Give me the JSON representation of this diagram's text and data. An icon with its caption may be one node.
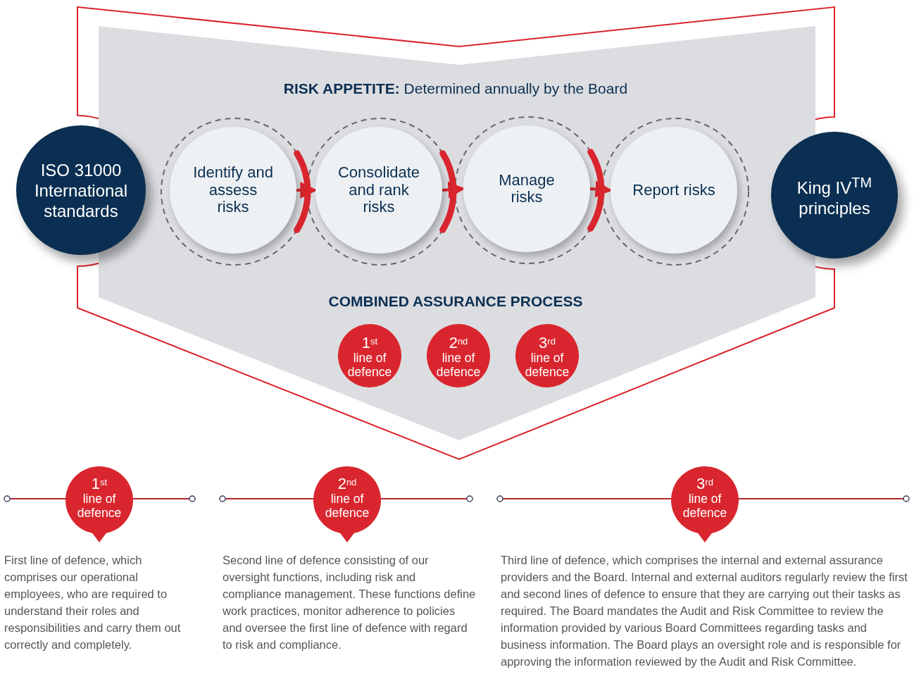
{
  "diagram": {
    "nodes": [
      {
        "text": [
          "ISO 31000 International standards"
        ]
      },
      {
        "text": [
          "Identify and assess risks"
        ]
      },
      {
        "text": [
          "Consolidate and rank risks"
        ]
      },
      {
        "text": [
          "Manage risks"
        ]
      },
      {
        "text": [
          "Report risks"
        ]
      },
      {
        "text": [
          "King IV$^{TM}$ principles"
        ]
      },
      {
        "text": [
          "1$^{st}$",
          "line of defence"
        ]
      },
      {
        "text": [
          "2$^{nd}$",
          "line of defence"
        ]
      },
      {
        "text": [
          "3$^{rd}$",
          "line of defence"
        ]
      },
      {
        "text": [
          "1$^{st}$",
          "line of defence"
        ],
        "beside": [
          "First line of defence, which comprises our operational employees, who are required to understand their roles and responsibilities and carry them out correctly and completely."
        ]
      },
      {
        "text": [
          "2$^{nd}$",
          "line of defence"
        ],
        "beside": [
          "Second line of defence consisting of our oversight functions, including risk and compliance management. These functions define work practices, monitor adherence to policies and oversee the first line of defence with regard to risk and compliance."
        ]
      },
      {
        "text": [
          "3$^{rd}$",
          "line of defence"
        ],
        "beside": [
          "Third line of defence, which comprises the internal and external assurance providers and the Board. Internal and external auditors regularly review the first and second lines of defence to ensure that they are carrying out their tasks as required. The Board mandates the Audit and Risk Committee to review the information provided by various Board Committees regarding tasks and business information. The Board plays an oversight role and is responsible for approving the information reviewed by the Audit and Risk Committee."
        ]
      }
    ],
    "edges": [
      {
        "from": 1,
        "to": 2,
        "arrow": "to"
      },
      {
        "from": 2,
        "to": 3,
        "arrow": "to"
      },
      {
        "from": 3,
        "to": 4,
        "arrow": "to"
      }
    ],
    "labels": [
      "**RISK APPETITE:** Determined annually by the Board",
      "COMBINED ASSURANCE PROCESS"
    ]
  }
}
